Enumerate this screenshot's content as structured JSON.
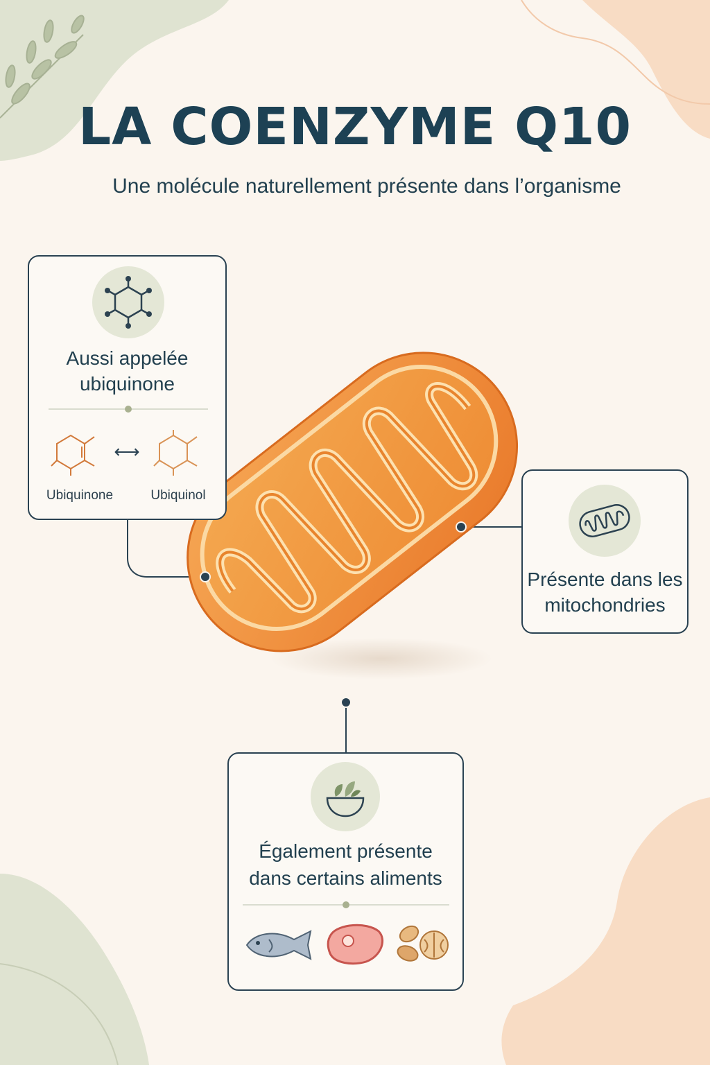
{
  "header": {
    "title": "LA COENZYME Q10",
    "subtitle": "Une molécule naturellement présente dans l’organisme"
  },
  "card_ubiquinone": {
    "text_line1": "Aussi appelée",
    "text_line2": "ubiquinone",
    "left_label": "Ubiquinone",
    "right_label": "Ubiquinol",
    "arrow": "⟷",
    "icon": "molecule-icon"
  },
  "card_mitochondria": {
    "text_line1": "Présente dans les",
    "text_line2": "mitochondries",
    "icon": "mitochondrion-icon"
  },
  "card_foods": {
    "text_line1": "Également présente",
    "text_line2": "dans certains aliments",
    "icon": "salad-bowl-icon",
    "food_icons": [
      "fish-icon",
      "meat-icon",
      "nuts-icon"
    ]
  },
  "colors": {
    "background": "#fbf5ee",
    "title": "#1d4154",
    "accent_orange": "#f08a2a",
    "card_border": "#2a4252",
    "sage": "#c9d2b6",
    "peach": "#f6d8bd"
  }
}
